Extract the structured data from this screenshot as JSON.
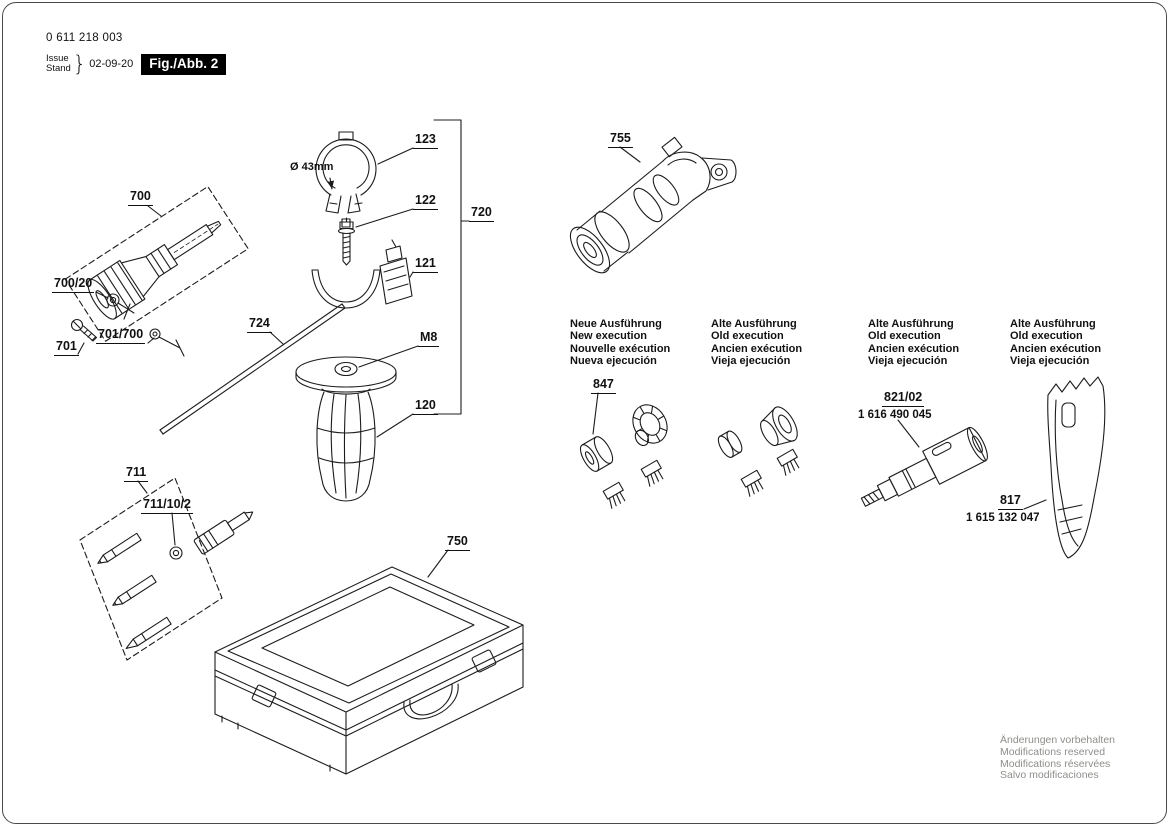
{
  "page": {
    "background": "#ffffff",
    "line_color": "#1c1c1c",
    "footer_color": "#8e8e8a"
  },
  "header": {
    "part_number": "0 611 218 003",
    "issue_label": "Issue",
    "stand_label": "Stand",
    "brace": "}",
    "date": "02-09-20",
    "figure_label": "Fig./Abb. 2"
  },
  "part_labels": {
    "p700": "700",
    "p700_20": "700/20",
    "p701": "701",
    "p701_700": "701/700",
    "p724": "724",
    "p123": "123",
    "p122": "122",
    "p121": "121",
    "p120": "120",
    "p720": "720",
    "m8": "M8",
    "clamp_diameter": "Ø 43mm",
    "p711": "711",
    "p711_10_2": "711/10/2",
    "p750": "750",
    "p755": "755",
    "p847": "847",
    "p821_02": "821/02",
    "p821_02_code": "1 616 490 045",
    "p817": "817",
    "p817_code": "1 615 132 047"
  },
  "execution_columns": [
    {
      "lines": [
        "Neue Ausführung",
        "New execution",
        "Nouvelle exécution",
        "Nueva ejecución"
      ]
    },
    {
      "lines": [
        "Alte Ausführung",
        "Old execution",
        "Ancien exécution",
        "Vieja ejecución"
      ]
    },
    {
      "lines": [
        "Alte Ausführung",
        "Old execution",
        "Ancien exécution",
        "Vieja ejecución"
      ]
    },
    {
      "lines": [
        "Alte Ausführung",
        "Old execution",
        "Ancien exécution",
        "Vieja ejecución"
      ]
    }
  ],
  "footer": {
    "lines": [
      "Änderungen vorbehalten",
      "Modifications reserved",
      "Modifications réservées",
      "Salvo modificaciones"
    ]
  }
}
